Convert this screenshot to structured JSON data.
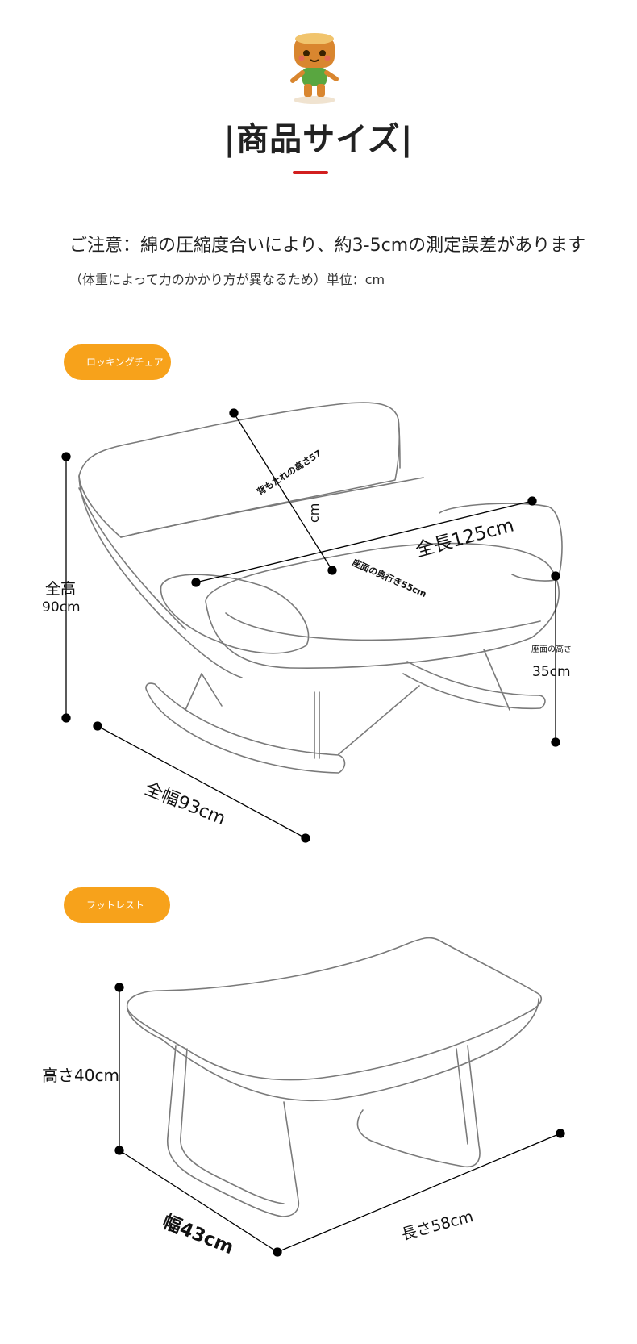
{
  "title": "|商品サイズ|",
  "notice": {
    "main": "ご注意：綿の圧縮度合いにより、約3-5cmの測定誤差があります",
    "sub": "（体重によって力のかかり方が異なるため）単位：cm"
  },
  "sections": {
    "rocking_chair": {
      "tag": "ロッキングチェア",
      "labels": {
        "back_height": "背もたれの高さ57",
        "back_height_unit": "cm",
        "full_length": "全長125cm",
        "seat_depth": "座面の奥行き55cm",
        "full_height_title": "全高",
        "full_height_value": "90cm",
        "seat_height_title": "座面の高さ",
        "seat_height_value": "35cm",
        "full_width": "全幅93cm"
      }
    },
    "footrest": {
      "tag": "フットレスト",
      "labels": {
        "height": "高さ40cm",
        "width": "幅43cm",
        "length": "長さ58cm"
      }
    }
  },
  "colors": {
    "accent_orange": "#f7a21b",
    "title_underline": "#d21f1f",
    "line_art": "#777777"
  },
  "icons": {
    "mascot": "tree-stump-mascot-icon"
  }
}
